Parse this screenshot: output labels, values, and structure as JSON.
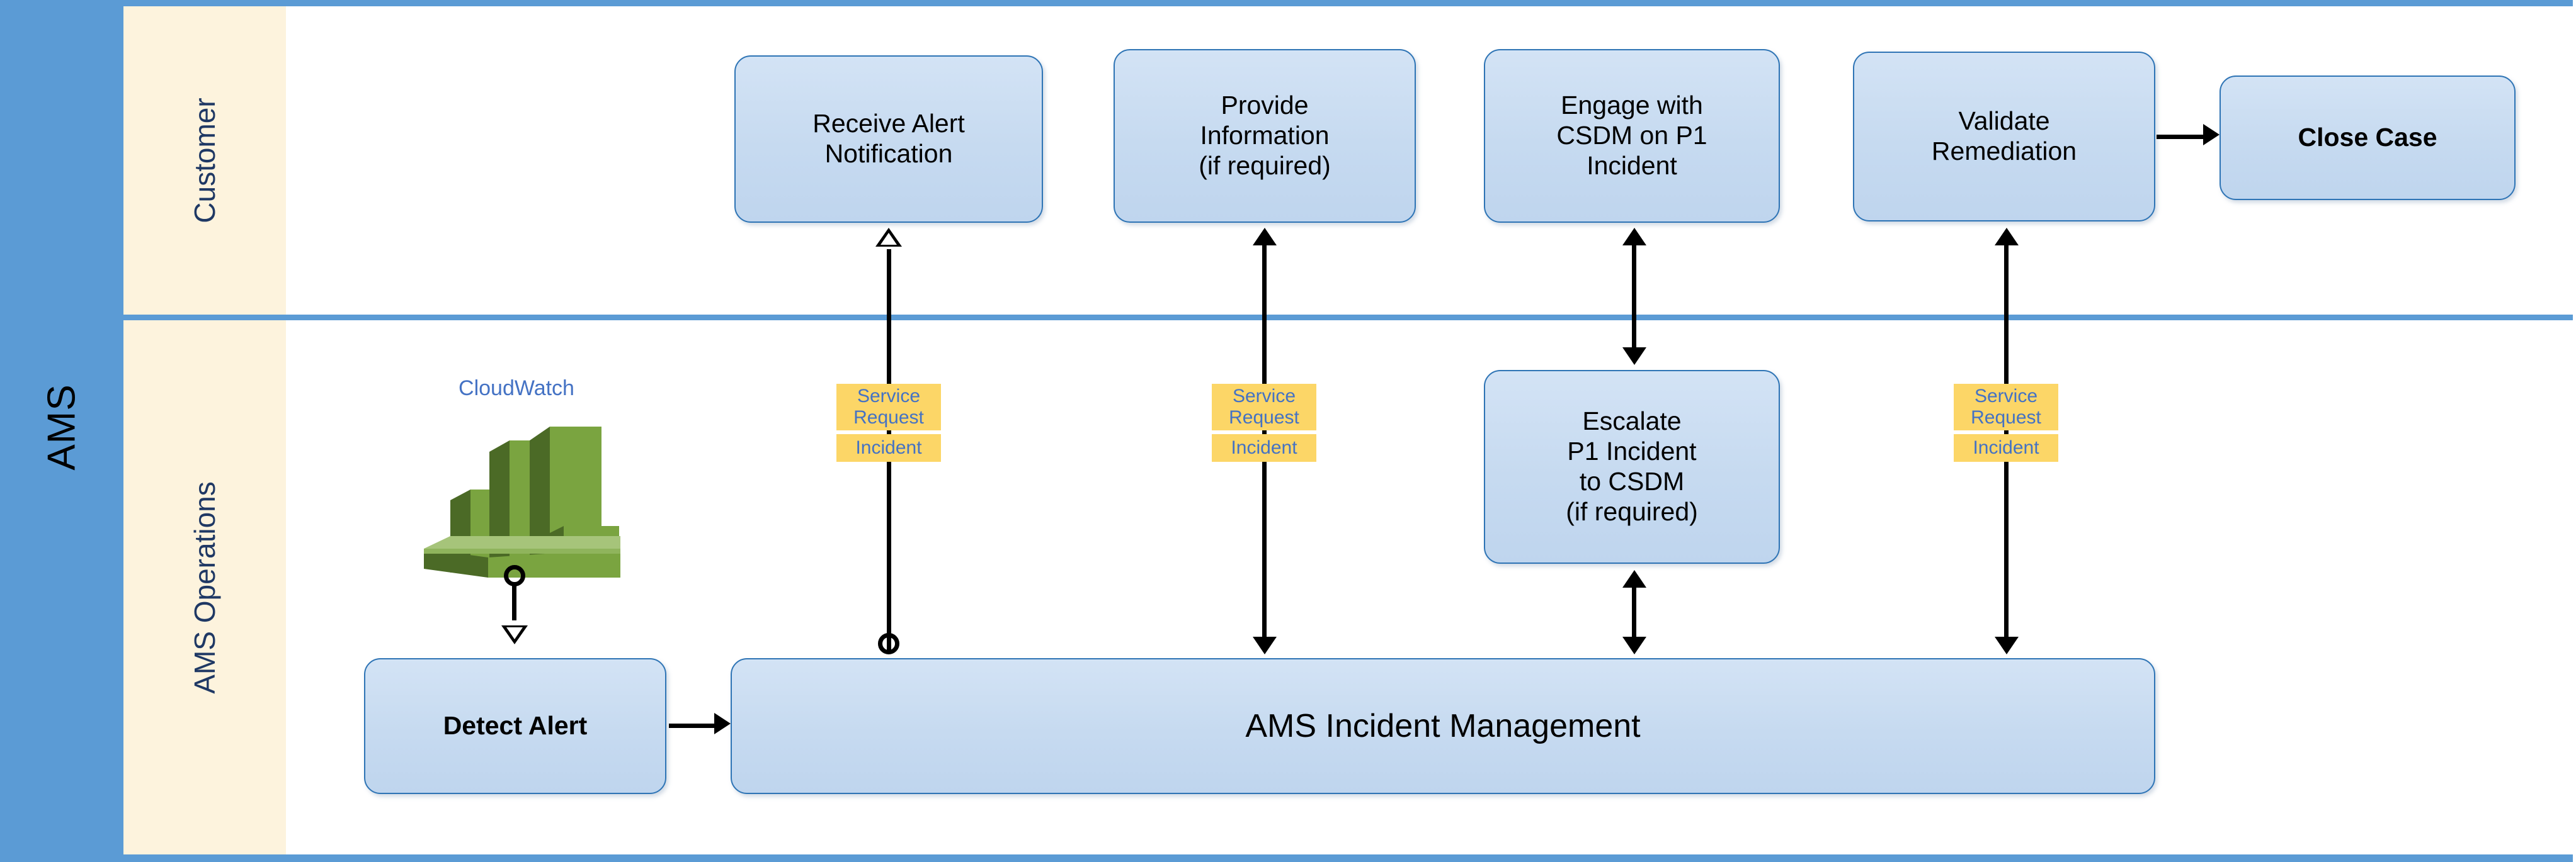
{
  "diagram": {
    "org_label": "AMS",
    "lanes": [
      {
        "id": "customer",
        "label": "Customer"
      },
      {
        "id": "operations",
        "label": "AMS Operations"
      }
    ]
  },
  "nodes": {
    "receive_alert": "Receive Alert\nNotification",
    "provide_information": "Provide\nInformation\n(if required)",
    "engage_csdm": "Engage with\nCSDM on P1\nIncident",
    "validate_remediation": "Validate\nRemediation",
    "close_case": "Close Case",
    "escalate_p1": "Escalate\nP1 Incident\nto CSDM\n(if required)",
    "detect_alert": "Detect Alert",
    "incident_management": "AMS Incident Management"
  },
  "service_icon": {
    "name": "CloudWatch",
    "icon": "aws-cloudwatch-icon"
  },
  "tags": [
    {
      "id": "tag-receive-alert",
      "service_request": "Service\nRequest",
      "incident": "Incident"
    },
    {
      "id": "tag-provide-information",
      "service_request": "Service\nRequest",
      "incident": "Incident"
    },
    {
      "id": "tag-validate-remediation",
      "service_request": "Service\nRequest",
      "incident": "Incident"
    }
  ],
  "colors": {
    "lane_band": "#5B9BD5",
    "lane_label_bg": "#FDF3DD",
    "lane_label_text": "#1F3864",
    "box_fill": "#C6DAF0",
    "box_border": "#2E74B5",
    "tag_fill": "#FCD667",
    "tag_text": "#4472C4",
    "connector": "#000000",
    "cloudwatch_text": "#4472C4",
    "cloudwatch_icon": "#759C3E"
  }
}
